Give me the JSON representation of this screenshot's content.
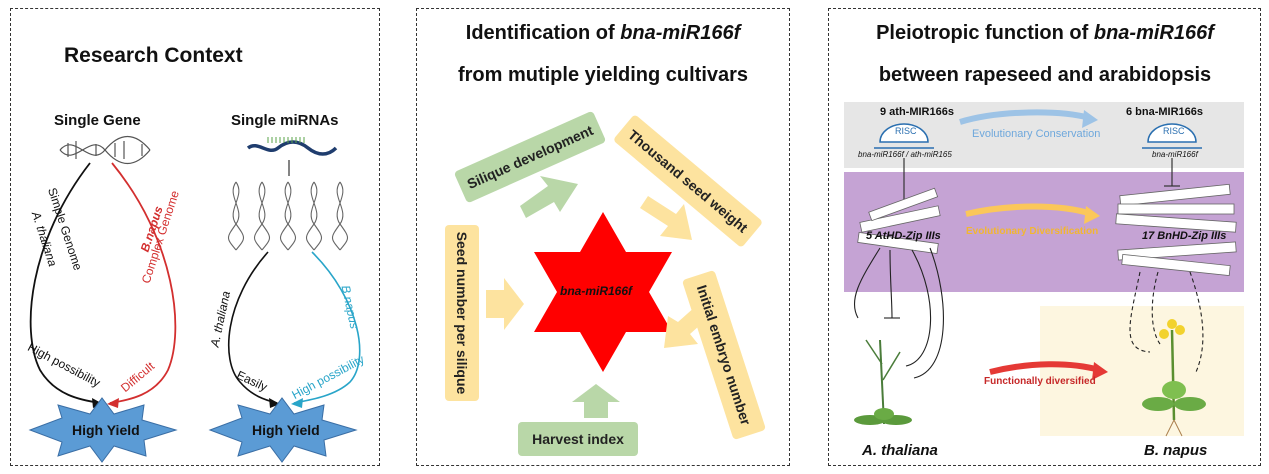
{
  "panel1": {
    "title": "Research Context",
    "single_gene": "Single Gene",
    "single_mirnas": "Single miRNAs",
    "a_thaliana": "A. thaliana",
    "simple_genome": "Simple Genome",
    "b_napus": "B.napus",
    "complex_genome": "Complex Genome",
    "high_possibility_left": "High possibility",
    "difficult": "Difficult",
    "a_thaliana_2": "A. thaliana",
    "b_napus_2": "B.napus",
    "easily": "Easily",
    "high_possibility_right": "High possibility",
    "high_yield_1": "High Yield",
    "high_yield_2": "High Yield"
  },
  "panel2": {
    "title_line1_prefix": "Identification of ",
    "title_line1_italic": "bna-miR166f",
    "title_line2": "from mutiple yielding cultivars",
    "center": "bna-miR166f",
    "cards": {
      "silique": "Silique development",
      "thousand": "Thousand seed weight",
      "seed_number": "Seed number per silique",
      "initial_embryo": "Initial embryo number",
      "harvest": "Harvest index"
    }
  },
  "panel3": {
    "title_line1_prefix": "Pleiotropic function of ",
    "title_line1_italic": "bna-miR166f",
    "title_line2": "between rapeseed and arabidopsis",
    "ath_count": "9 ath-MIR166s",
    "bna_count": "6 bna-MIR166s",
    "risc_left": "RISC",
    "risc_right": "RISC",
    "evo_conservation": "Evolutionary Conservation",
    "mirna_left": "bna-miR166f / ath-miR165",
    "mirna_right": "bna-miR166f",
    "athd": "5 AtHD-Zip IIIs",
    "evo_diversification": "Evolutionary Diversification",
    "bnhd": "17 BnHD-Zip IIIs",
    "functionally": "Functionally diversified",
    "species_left": "A.  thaliana",
    "species_right": "B. napus"
  },
  "colors": {
    "star_red": "#ff0000",
    "burst_blue": "#5b9bd5",
    "card_green": "#b9d7a8",
    "card_yellow": "#fde39f",
    "purple_band": "#c5a3d4",
    "gray_band": "#e6e6e6",
    "napus_red": "#d32f2f",
    "napus_blue": "#29a5c9"
  }
}
